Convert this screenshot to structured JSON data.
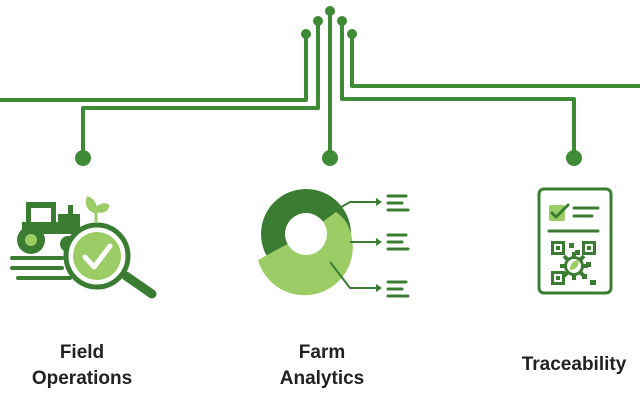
{
  "colors": {
    "dark_green": "#3a7d32",
    "light_green": "#9ccc65",
    "line_green": "#3f8a36",
    "text": "#222222"
  },
  "features": [
    {
      "id": "field-operations",
      "icon": "tractor-magnifier-check-icon",
      "line1": "Field",
      "line2": "Operations"
    },
    {
      "id": "farm-analytics",
      "icon": "donut-chart-icon",
      "line1": "Farm",
      "line2": "Analytics"
    },
    {
      "id": "traceability",
      "icon": "qr-checklist-document-icon",
      "line1": "Traceability",
      "line2": ""
    }
  ]
}
